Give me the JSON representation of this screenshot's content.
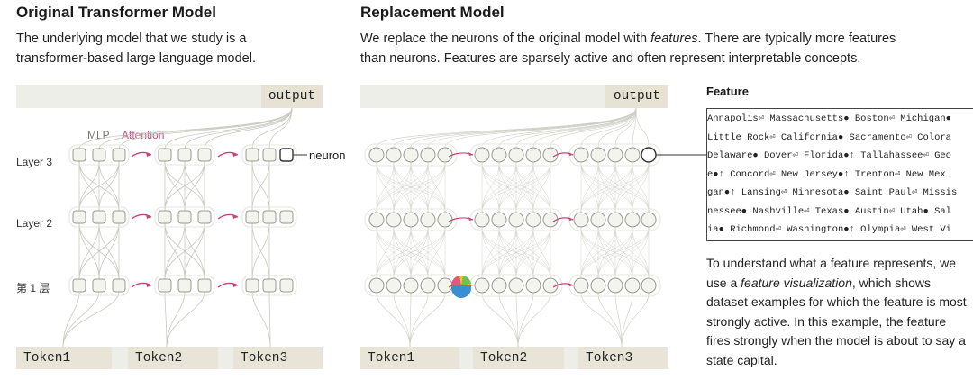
{
  "left": {
    "title": "Original Transformer Model",
    "description": "The underlying model that we study is a transformer-based large language model.",
    "output_label": "output",
    "mlp_label": "MLP",
    "attention_label": "Attention",
    "neuron_label": "neuron",
    "layers": [
      "Layer 3",
      "Layer 2",
      "第 1 层"
    ],
    "tokens": [
      "Token1",
      "Token2",
      "Token3"
    ]
  },
  "right": {
    "title": "Replacement Model",
    "description_pre": "We replace the neurons of the original model with ",
    "description_em": "features",
    "description_post": ". There are typically more features than neurons. Features are sparsely active and often represent interpretable concepts.",
    "output_label": "output",
    "tokens": [
      "Token1",
      "Token2",
      "Token3"
    ]
  },
  "feature_panel": {
    "heading": "Feature",
    "rows": [
      "Annapolis⏎ Massachusetts● Boston⏎ Michigan●",
      " Little Rock⏎ California● Sacramento⏎ Colora",
      "Delaware● Dover⏎ Florida●↑ Tallahassee⏎ Geo",
      "e●↑ Concord⏎ New Jersey●↑ Trenton⏎ New Mex",
      "gan●↑ Lansing⏎ Minnesota● Saint Paul⏎ Missis",
      "nessee● Nashville⏎ Texas● Austin⏎ Utah● Sal",
      "ia● Richmond⏎ Washington●↑ Olympia⏎ West Vi"
    ],
    "text_pre": "To understand what a feature represents, we use a ",
    "text_em": "feature visualization",
    "text_post": ", which shows dataset examples for which the feature is most strongly active. In this example, the feature fires strongly when the model is about to say a state capital."
  },
  "colors": {
    "attention": "#c8457a",
    "highlight": "#fbd9c2",
    "marker": "#e0702a",
    "node_border": "#9a9a90",
    "node_fill": "#f4f4ef"
  }
}
